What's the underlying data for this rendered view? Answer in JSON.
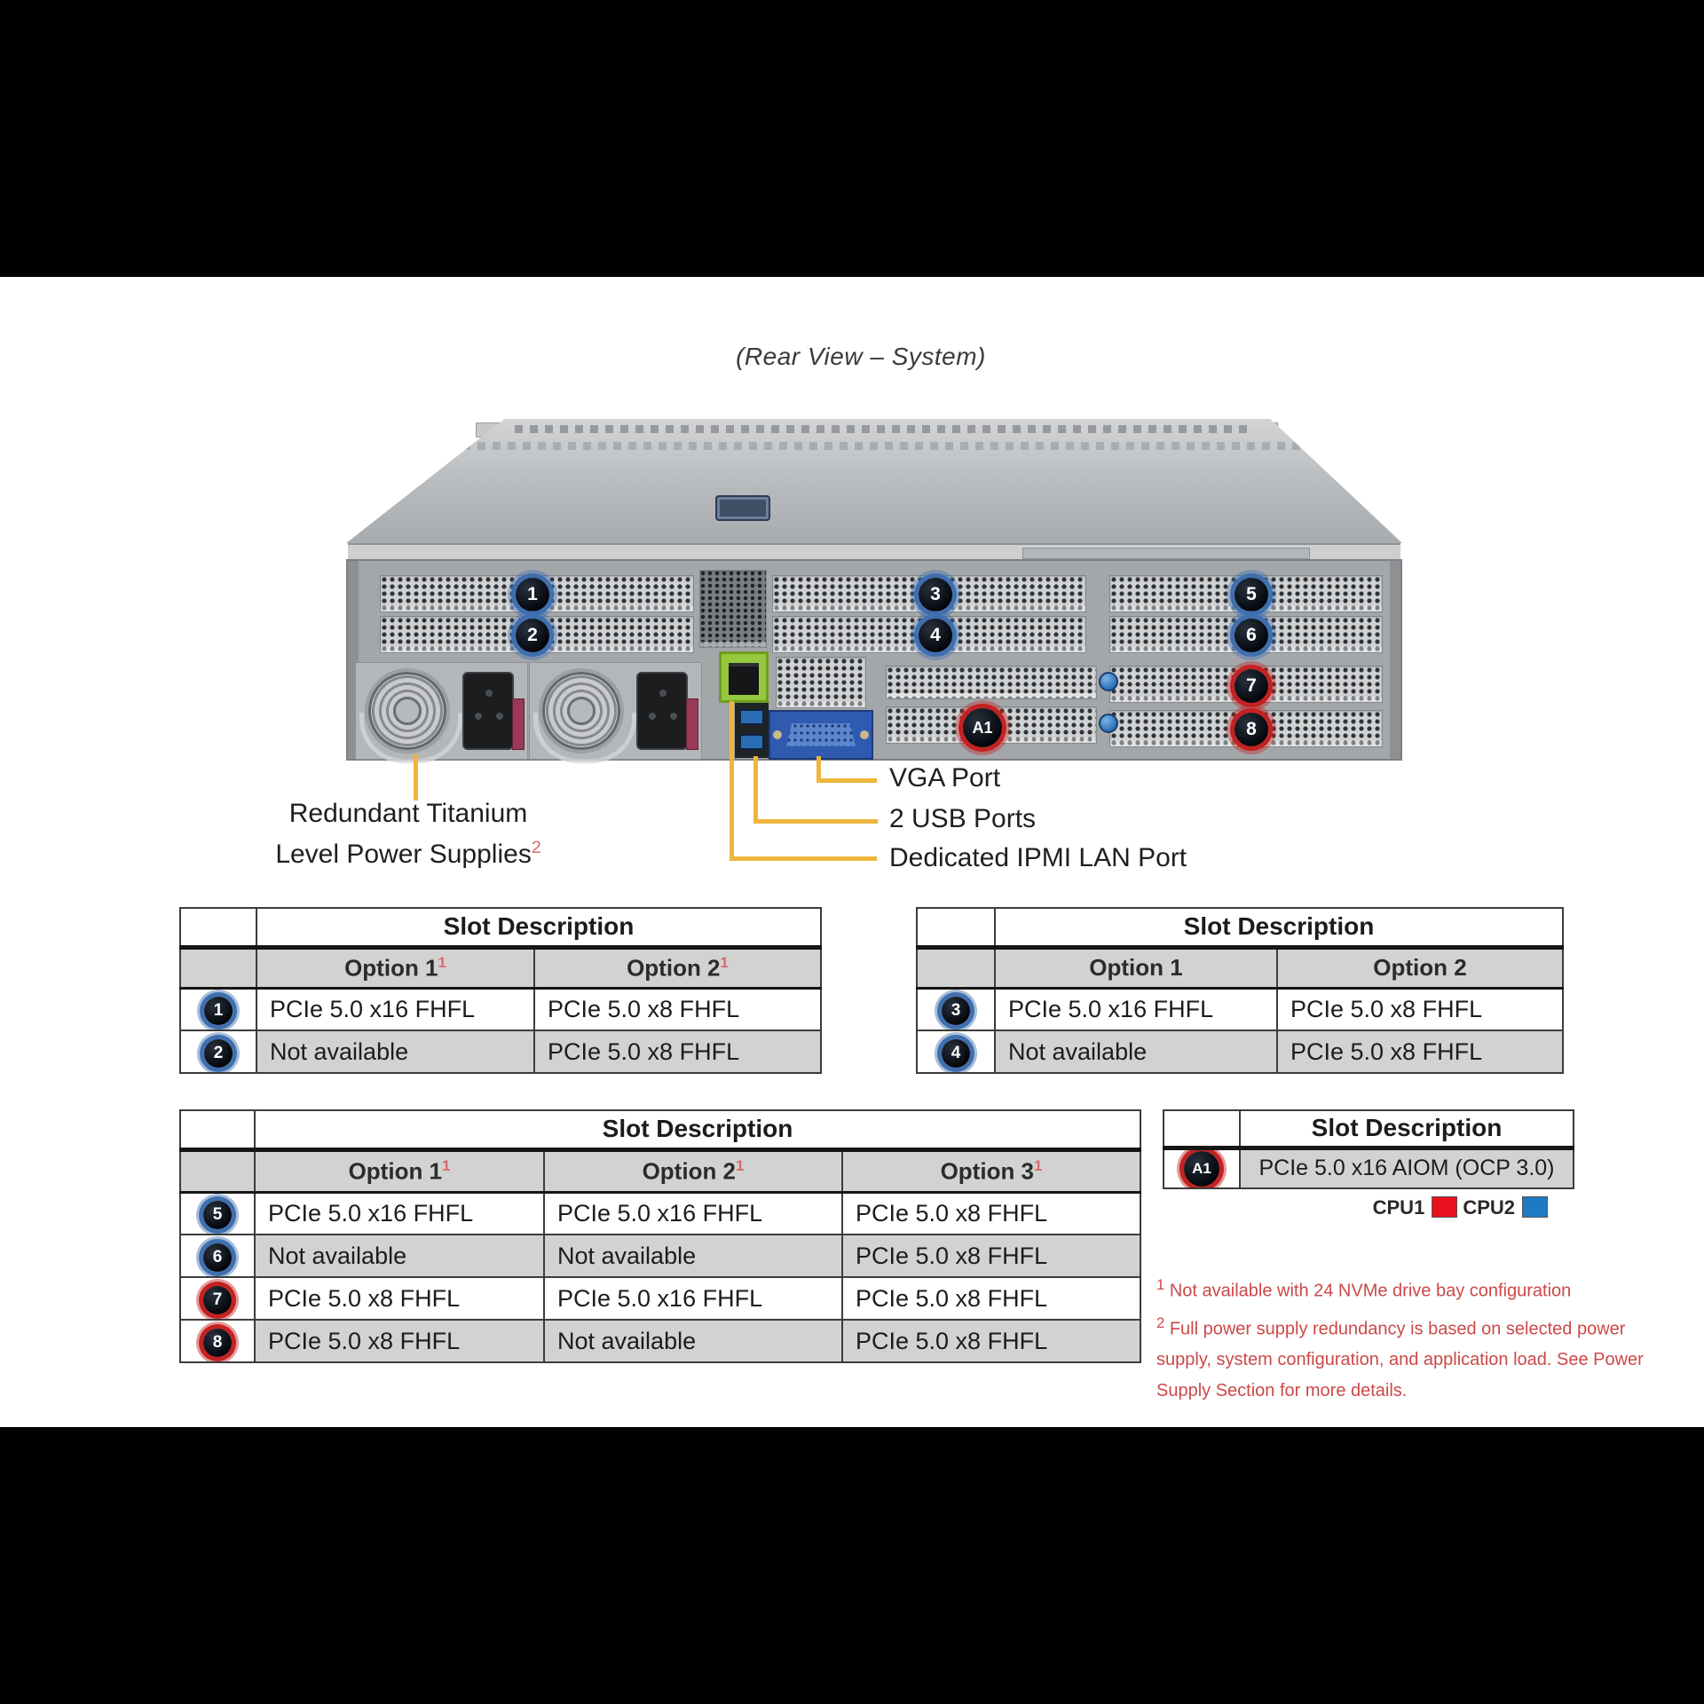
{
  "title": "(Rear View – System)",
  "callouts": {
    "psu_line1": "Redundant Titanium",
    "psu_line2": "Level Power Supplies",
    "psu_sup": "2",
    "vga": "VGA Port",
    "usb": "2 USB Ports",
    "ipmi": "Dedicated IPMI LAN Port"
  },
  "panel_badges": {
    "b1": "1",
    "b2": "2",
    "b3": "3",
    "b4": "4",
    "b5": "5",
    "b6": "6",
    "b7": "7",
    "b8": "8",
    "a1": "A1"
  },
  "tables": {
    "t12": {
      "header": "Slot Description",
      "col1": "Option 1",
      "col1_sup": "1",
      "col2": "Option 2",
      "col2_sup": "1",
      "rows": [
        {
          "badge": "1",
          "c1": "PCIe 5.0 x16 FHFL",
          "c2": "PCIe 5.0 x8 FHFL"
        },
        {
          "badge": "2",
          "c1": "Not available",
          "c2": "PCIe 5.0 x8 FHFL"
        }
      ]
    },
    "t34": {
      "header": "Slot Description",
      "col1": "Option 1",
      "col2": "Option 2",
      "rows": [
        {
          "badge": "3",
          "c1": "PCIe 5.0 x16 FHFL",
          "c2": "PCIe 5.0 x8 FHFL"
        },
        {
          "badge": "4",
          "c1": "Not available",
          "c2": "PCIe 5.0 x8 FHFL"
        }
      ]
    },
    "t58": {
      "header": "Slot Description",
      "col1": "Option 1",
      "col1_sup": "1",
      "col2": "Option 2",
      "col2_sup": "1",
      "col3": "Option 3",
      "col3_sup": "1",
      "rows": [
        {
          "badge": "5",
          "c1": "PCIe 5.0 x16 FHFL",
          "c2": "PCIe 5.0 x16 FHFL",
          "c3": "PCIe 5.0 x8 FHFL"
        },
        {
          "badge": "6",
          "c1": "Not available",
          "c2": "Not available",
          "c3": "PCIe 5.0 x8 FHFL"
        },
        {
          "badge": "7",
          "c1": "PCIe 5.0 x8 FHFL",
          "c2": "PCIe 5.0 x16 FHFL",
          "c3": "PCIe 5.0 x8 FHFL"
        },
        {
          "badge": "8",
          "c1": "PCIe 5.0 x8 FHFL",
          "c2": "Not available",
          "c3": "PCIe 5.0 x8 FHFL"
        }
      ]
    },
    "ta1": {
      "header": "Slot Description",
      "rows": [
        {
          "badge": "A1",
          "c1": "PCIe 5.0 x16 AIOM (OCP 3.0)"
        }
      ]
    }
  },
  "legend": {
    "cpu1": "CPU1",
    "cpu2": "CPU2"
  },
  "footnotes": {
    "f1_sup": "1",
    "f1": " Not available with 24 NVMe drive bay configuration",
    "f2_sup": "2",
    "f2": " Full power supply redundancy is based on selected power supply, system configuration, and application load. See Power Supply Section for more details."
  },
  "colors": {
    "badge_blue": "#3f6fae",
    "badge_red": "#c32222",
    "cpu1_red": "#e8101c",
    "cpu2_blue": "#1f7ac4",
    "callout_yellow": "#eeb63c",
    "footnote_red": "#cc4848",
    "sup_red": "#d96a6a"
  }
}
